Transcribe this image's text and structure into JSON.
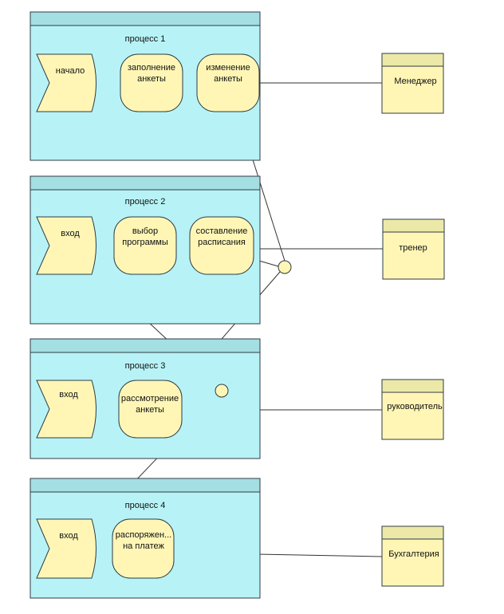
{
  "processes": [
    {
      "title": "процесс 1",
      "steps": [
        [
          "начало"
        ],
        [
          "заполнение",
          "анкеты"
        ],
        [
          "изменение",
          "анкеты"
        ]
      ]
    },
    {
      "title": "процесс 2",
      "steps": [
        [
          "вход"
        ],
        [
          "выбор",
          "программы"
        ],
        [
          "составление",
          "расписания"
        ]
      ]
    },
    {
      "title": "процесс 3",
      "steps": [
        [
          "вход"
        ],
        [
          "рассмотрение",
          "анкеты"
        ]
      ]
    },
    {
      "title": "процесс 4",
      "steps": [
        [
          "вход"
        ],
        [
          "распоряжен...",
          "на платеж"
        ]
      ]
    }
  ],
  "roles": [
    "Менеджер",
    "тренер",
    "руководитель",
    "Бухгалтерия"
  ],
  "colors": {
    "pool_fill": "#b7f3f6",
    "pool_header": "#a4dfe3",
    "step_fill": "#fff6b6",
    "role_fill": "#fff6b6",
    "role_header": "#ece9a8",
    "stroke": "#2f3b44",
    "line": "#333333"
  }
}
